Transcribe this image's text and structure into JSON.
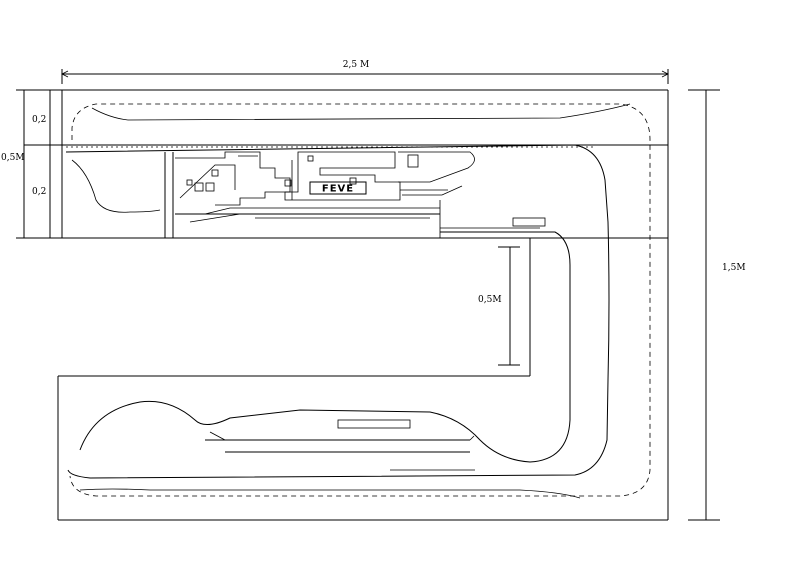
{
  "dimensions": {
    "width_label": "2,5 M",
    "height_label": "1,5M",
    "depth_total_label": "0,5M",
    "depth_top_label": "0,2",
    "depth_bottom_label": "0,2",
    "inner_depth_label": "0,5M"
  },
  "station": {
    "sign": "FEVE"
  }
}
